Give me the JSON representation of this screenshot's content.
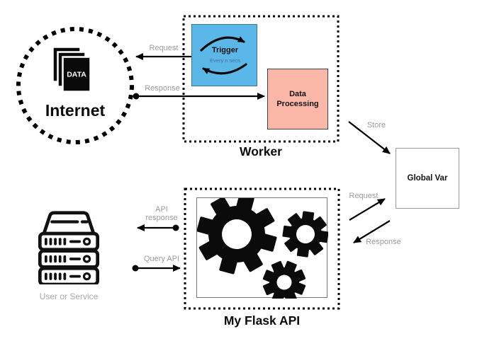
{
  "nodes": {
    "internet": {
      "label": "Internet",
      "doc_text": "DATA"
    },
    "worker": {
      "label": "Worker"
    },
    "trigger": {
      "title": "Trigger",
      "subtitle": "Every n secs"
    },
    "data_processing": {
      "label": "Data Processing"
    },
    "global_var": {
      "label": "Global Var"
    },
    "flask_api": {
      "label": "My Flask API"
    },
    "user_service": {
      "label": "User or Service"
    }
  },
  "edges": {
    "request_top": {
      "label": "Request"
    },
    "response_top": {
      "label": "Response"
    },
    "store": {
      "label": "Store"
    },
    "api_response": {
      "label": "API response"
    },
    "query_api": {
      "label": "Query API"
    },
    "request_bottom": {
      "label": "Request"
    },
    "response_bottom": {
      "label": "Response"
    }
  },
  "colors": {
    "trigger_bg": "#5ab7e8",
    "trigger_border": "#35789f",
    "trigger_subtitle": "#41708d",
    "processing_bg": "#fbb7a8",
    "edge_label_gray": "#9b9b9b",
    "line_black": "#000000"
  }
}
